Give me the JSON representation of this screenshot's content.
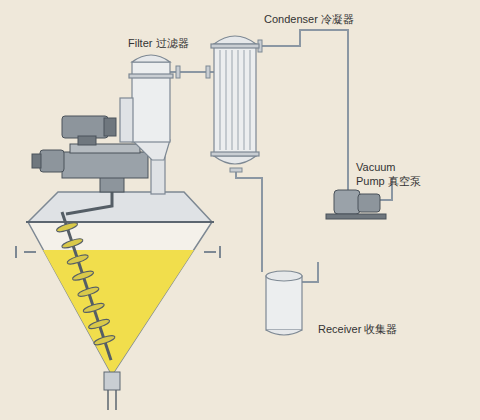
{
  "diagram": {
    "labels": [
      "Filter 过滤器",
      "Condenser 冷凝器",
      "Vacuum Pump 真空泵",
      "Receiver 收集器"
    ]
  }
}
